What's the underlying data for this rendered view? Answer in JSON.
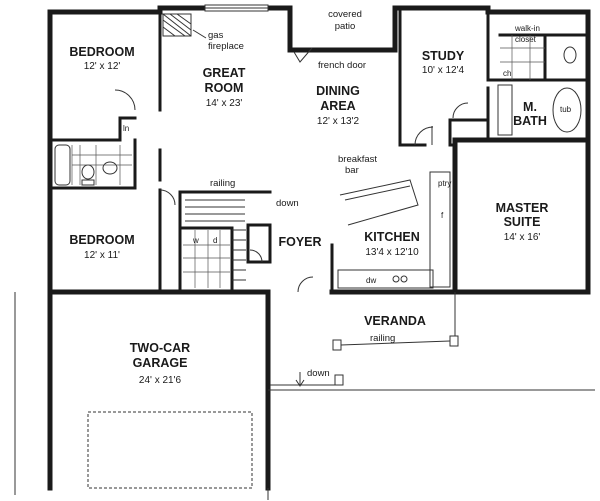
{
  "rooms": {
    "bedroom1": {
      "name": "BEDROOM",
      "dims": "12' x 12'"
    },
    "great_room": {
      "name1": "GREAT",
      "name2": "ROOM",
      "dims": "14' x 23'"
    },
    "dining": {
      "name1": "DINING",
      "name2": "AREA",
      "dims": "12' x 13'2"
    },
    "study": {
      "name": "STUDY",
      "dims": "10' x 12'4"
    },
    "m_bath": {
      "name1": "M.",
      "name2": "BATH"
    },
    "bedroom2": {
      "name": "BEDROOM",
      "dims": "12' x 11'"
    },
    "foyer": {
      "name": "FOYER"
    },
    "kitchen": {
      "name": "KITCHEN",
      "dims": "13'4 x 12'10"
    },
    "master": {
      "name1": "MASTER",
      "name2": "SUITE",
      "dims": "14' x 16'"
    },
    "garage": {
      "name1": "TWO-CAR",
      "name2": "GARAGE",
      "dims": "24' x 21'6"
    },
    "veranda": {
      "name": "VERANDA"
    }
  },
  "labels": {
    "gas_fireplace_1": "gas",
    "gas_fireplace_2": "fireplace",
    "covered_patio_1": "covered",
    "covered_patio_2": "patio",
    "french_door": "french door",
    "walk_in_1": "walk-in",
    "walk_in_2": "closet",
    "breakfast_1": "breakfast",
    "breakfast_2": "bar",
    "railing_top": "railing",
    "down_top": "down",
    "railing_bottom": "railing",
    "down_bottom": "down",
    "pantry": "ptry",
    "washer": "w",
    "dryer": "d",
    "dishwasher": "dw",
    "linen": "ln",
    "fridge": "f",
    "tub": "tub",
    "ch": "ch"
  }
}
